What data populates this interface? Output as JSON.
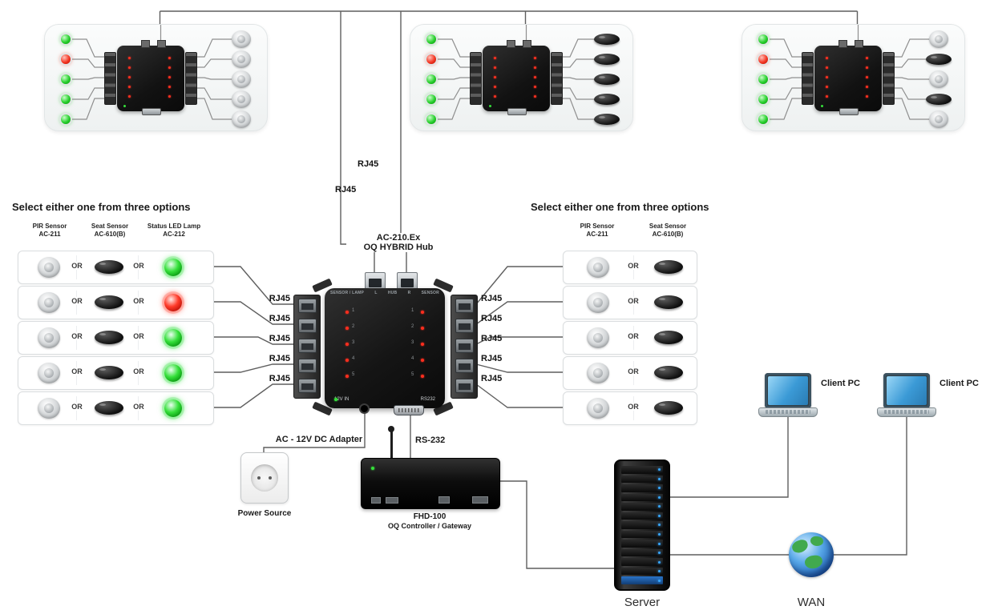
{
  "colors": {
    "led_green": "#2fd435",
    "led_red": "#ff2d1a",
    "wire_gray": "#5f5f5f",
    "device_black": "#1b1b1b",
    "screen_blue": "#4aa3df",
    "server_led_blue": "#37a7ff"
  },
  "uplink_labels": [
    "RJ45",
    "RJ45"
  ],
  "hub": {
    "model": "AC-210.Ex",
    "name": "OQ HYBRID Hub",
    "silk": [
      "SENSOR / LAMP",
      "L",
      "HUB",
      "R",
      "SENSOR"
    ],
    "channels": [
      "1",
      "2",
      "3",
      "4",
      "5"
    ],
    "power_label": "12V IN",
    "serial_label": "RS232"
  },
  "left_options": {
    "title": "Select either one from three options",
    "columns": [
      {
        "line1": "PIR Sensor",
        "line2": "AC-211"
      },
      {
        "line1": "Seat Sensor",
        "line2": "AC-610(B)"
      },
      {
        "line1": "Status LED Lamp",
        "line2": "AC-212"
      }
    ],
    "rows": [
      {
        "or1": "OR",
        "or2": "OR",
        "lamp_class": "lamp green",
        "lamp_state": "green"
      },
      {
        "or1": "OR",
        "or2": "OR",
        "lamp_class": "lamp red",
        "lamp_state": "red"
      },
      {
        "or1": "OR",
        "or2": "OR",
        "lamp_class": "lamp green",
        "lamp_state": "green"
      },
      {
        "or1": "OR",
        "or2": "OR",
        "lamp_class": "lamp green",
        "lamp_state": "green"
      },
      {
        "or1": "OR",
        "or2": "OR",
        "lamp_class": "lamp green",
        "lamp_state": "green"
      }
    ],
    "rj45": [
      "RJ45",
      "RJ45",
      "RJ45",
      "RJ45",
      "RJ45"
    ]
  },
  "right_options": {
    "title": "Select either one from three options",
    "columns": [
      {
        "line1": "PIR Sensor",
        "line2": "AC-211"
      },
      {
        "line1": "Seat Sensor",
        "line2": "AC-610(B)"
      }
    ],
    "rows": [
      {
        "or1": "OR"
      },
      {
        "or1": "OR"
      },
      {
        "or1": "OR"
      },
      {
        "or1": "OR"
      },
      {
        "or1": "OR"
      }
    ],
    "rj45": [
      "RJ45",
      "RJ45",
      "RJ45",
      "RJ45",
      "RJ45"
    ]
  },
  "power": {
    "adapter_label": "AC - 12V DC Adapter",
    "source_label": "Power Source"
  },
  "controller": {
    "serial_label": "RS-232",
    "model": "FHD-100",
    "name": "OQ Controller / Gateway"
  },
  "server": {
    "label": "Server"
  },
  "wan": {
    "label": "WAN"
  },
  "clients": [
    {
      "label": "Client PC"
    },
    {
      "label": "Client PC"
    }
  ],
  "top_panels": [
    {
      "leds": [
        "green",
        "red",
        "green",
        "green",
        "green"
      ],
      "sensors": [
        "pir",
        "pir",
        "pir",
        "pir",
        "pir"
      ]
    },
    {
      "leds": [
        "green",
        "red",
        "green",
        "green",
        "green"
      ],
      "sensors": [
        "seat",
        "seat",
        "seat",
        "seat",
        "seat"
      ]
    },
    {
      "leds": [
        "green",
        "red",
        "green",
        "green",
        "green"
      ],
      "sensors": [
        "pir",
        "seat",
        "pir",
        "seat",
        "pir"
      ]
    }
  ]
}
